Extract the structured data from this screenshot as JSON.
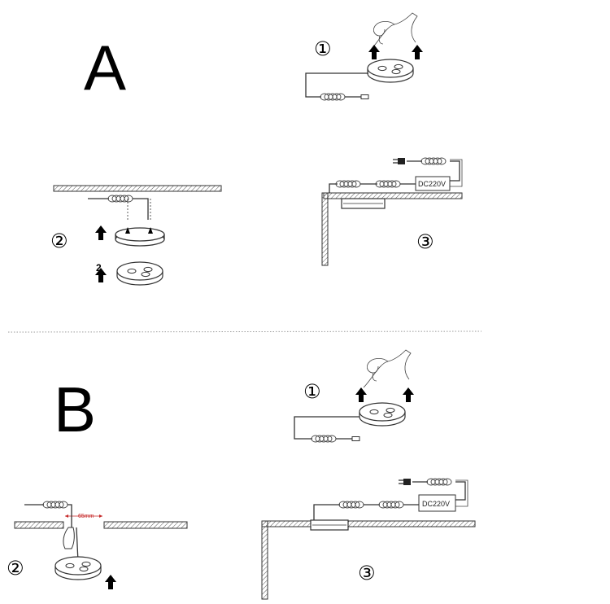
{
  "sections": {
    "a": {
      "letter": "A"
    },
    "b": {
      "letter": "B"
    }
  },
  "steps": {
    "a1": "①",
    "a2": "②",
    "a3": "③",
    "b1": "①",
    "b2": "②",
    "b3": "③"
  },
  "arrow_order_label": "2",
  "driver_label_a": "DC220V",
  "driver_label_b": "DC220V",
  "cutout_dimension": "65mm",
  "colors": {
    "line": "#333333",
    "dimension": "#c62828",
    "divider": "#999999"
  }
}
